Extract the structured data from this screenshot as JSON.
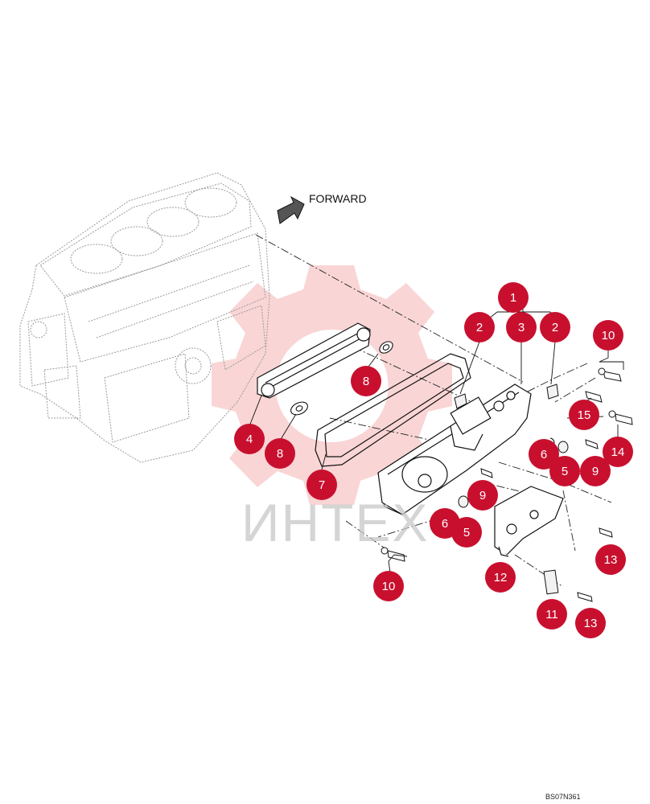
{
  "header": {
    "forward_label": "FORWARD"
  },
  "footer": {
    "drawing_code": "BS07N361"
  },
  "watermark": {
    "text": "ИНТЕХ",
    "color": "#c8102e"
  },
  "callout_color": "#c8102e",
  "icons": {
    "direction": "forward-arrow-icon",
    "watermark": "gear-logo-icon"
  },
  "callouts": [
    {
      "id": "c1",
      "label": "1"
    },
    {
      "id": "c2a",
      "label": "2"
    },
    {
      "id": "c3",
      "label": "3"
    },
    {
      "id": "c2b",
      "label": "2"
    },
    {
      "id": "c10a",
      "label": "10"
    },
    {
      "id": "c8a",
      "label": "8"
    },
    {
      "id": "c4",
      "label": "4"
    },
    {
      "id": "c8b",
      "label": "8"
    },
    {
      "id": "c7",
      "label": "7"
    },
    {
      "id": "c15",
      "label": "15"
    },
    {
      "id": "c14",
      "label": "14"
    },
    {
      "id": "c6a",
      "label": "6"
    },
    {
      "id": "c5a",
      "label": "5"
    },
    {
      "id": "c9a",
      "label": "9"
    },
    {
      "id": "c9b",
      "label": "9"
    },
    {
      "id": "c6b",
      "label": "6"
    },
    {
      "id": "c5b",
      "label": "5"
    },
    {
      "id": "c13a",
      "label": "13"
    },
    {
      "id": "c12",
      "label": "12"
    },
    {
      "id": "c10b",
      "label": "10"
    },
    {
      "id": "c11",
      "label": "11"
    },
    {
      "id": "c13b",
      "label": "13"
    }
  ]
}
